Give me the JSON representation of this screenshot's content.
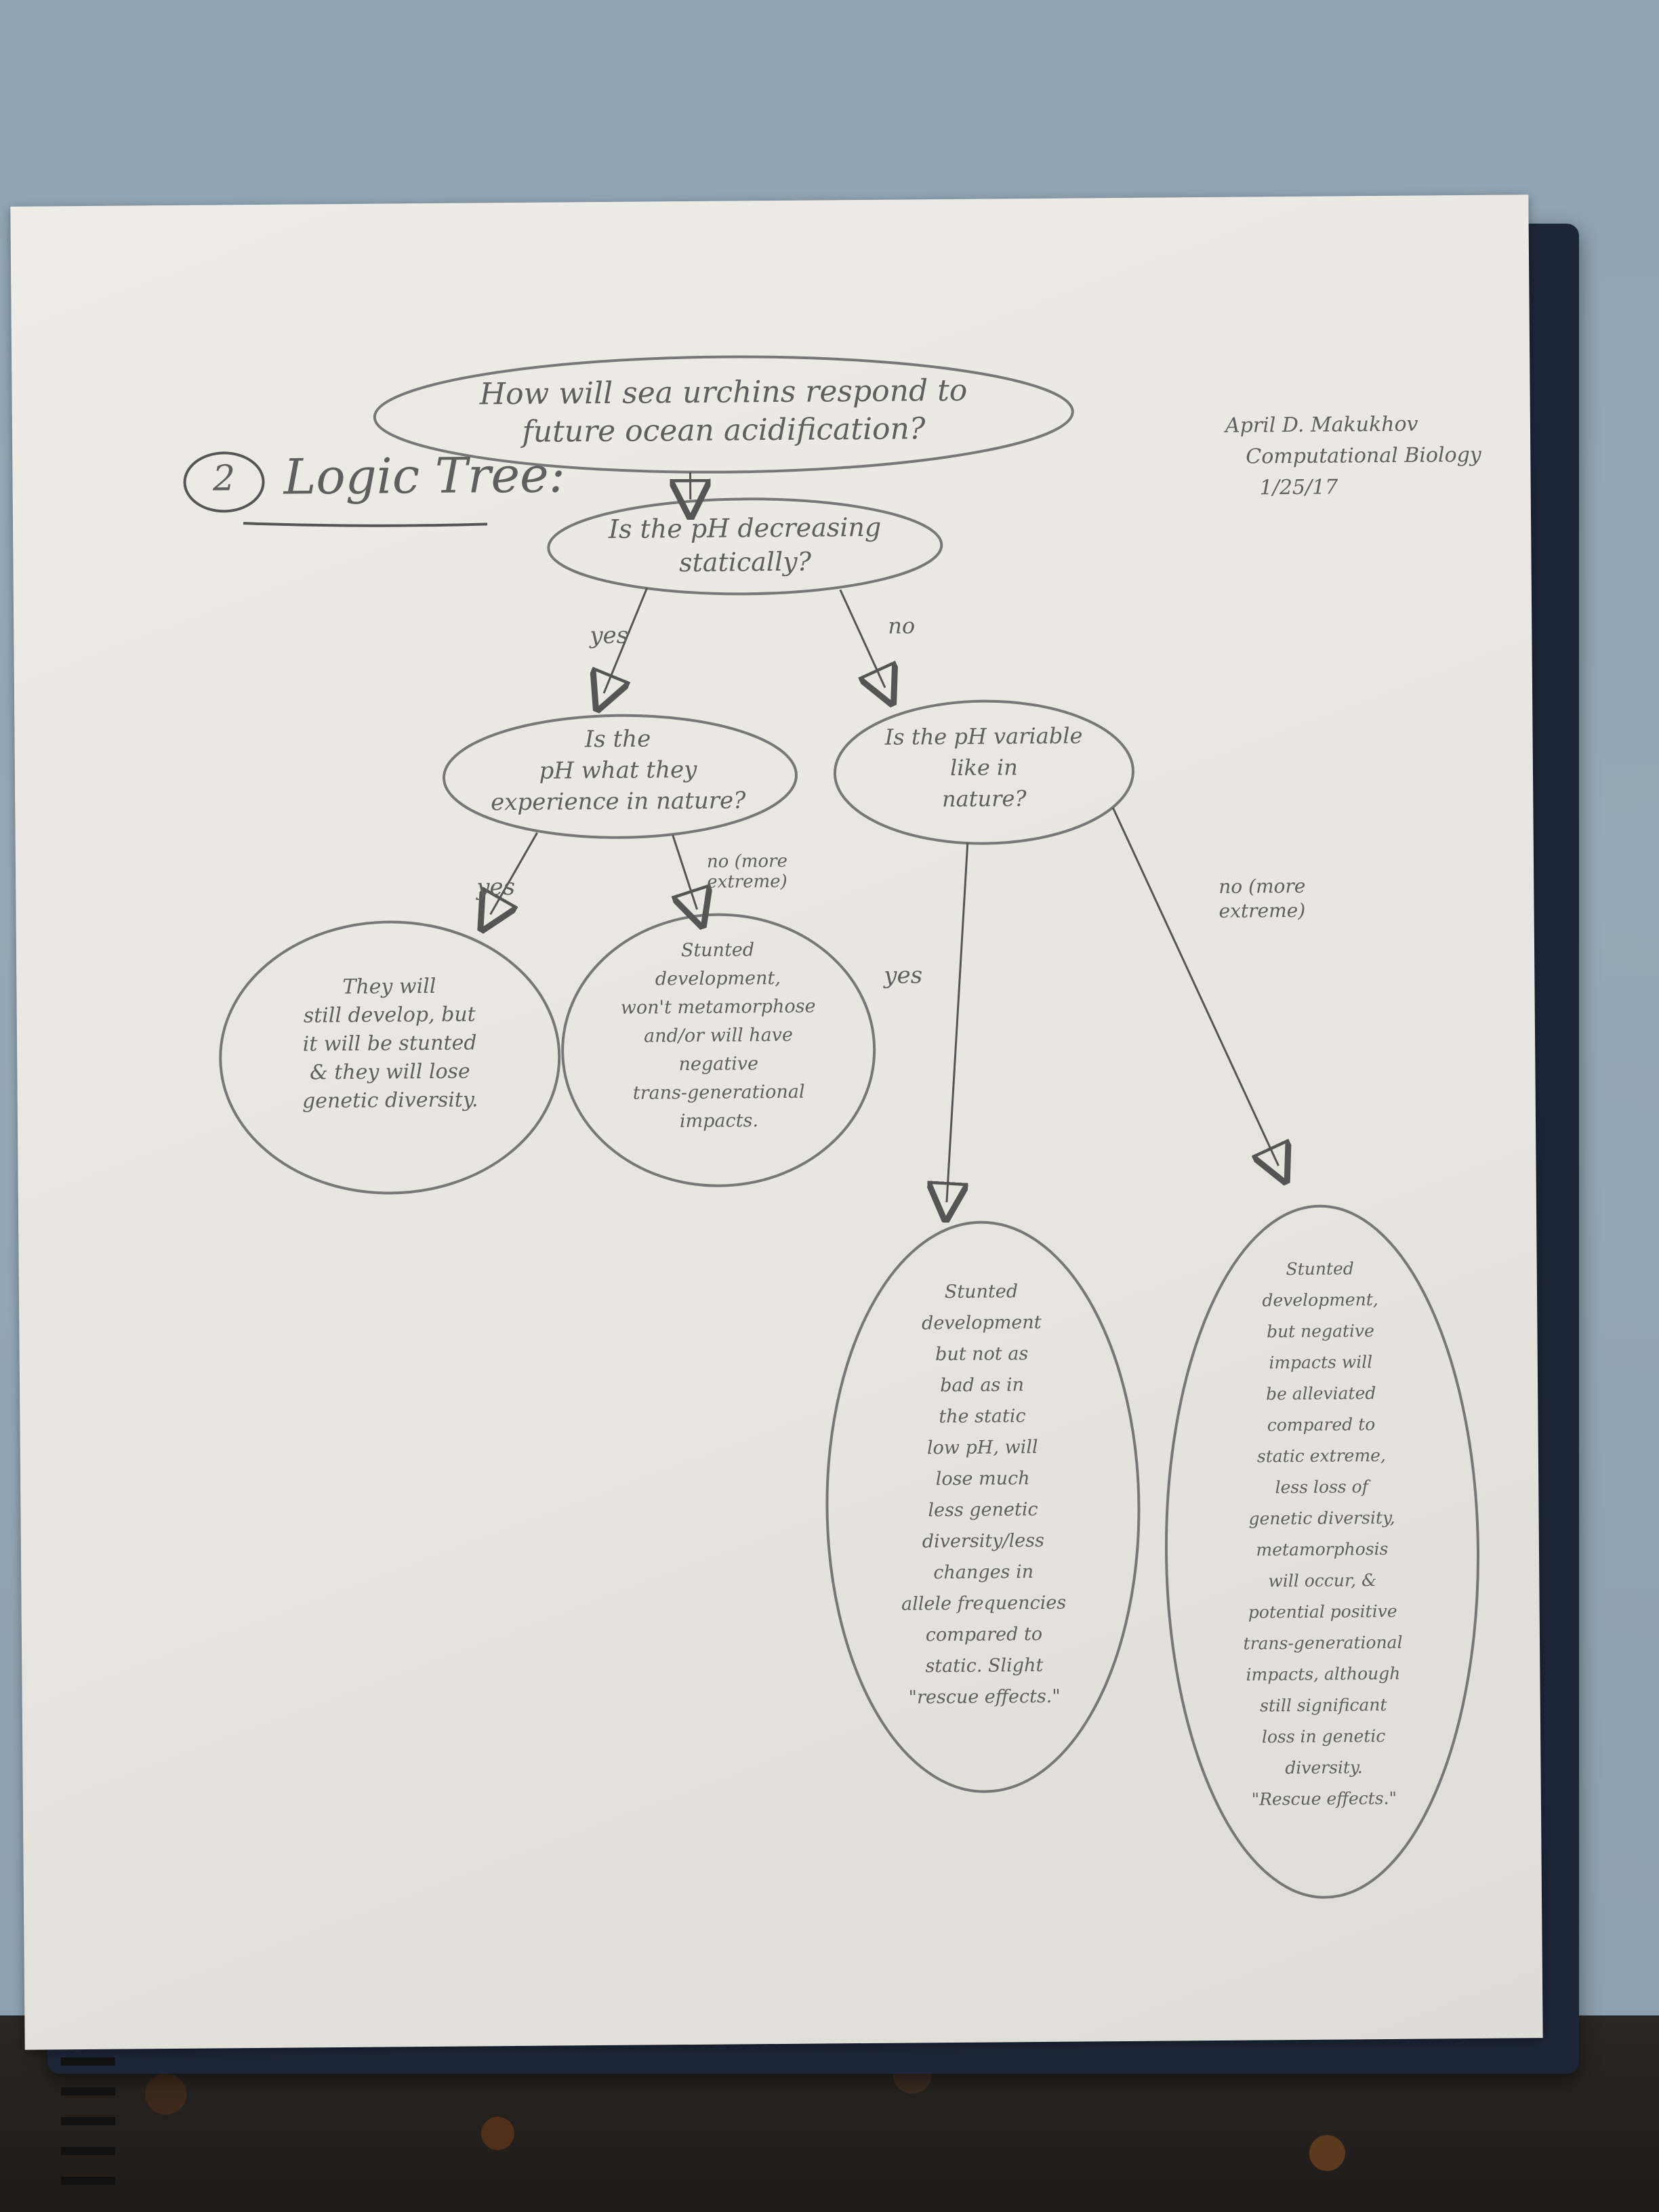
{
  "header": {
    "number": "2",
    "title": "Logic Tree:",
    "author": "April D. Makukhov",
    "course": "Computational Biology",
    "date": "1/25/17"
  },
  "nodes": {
    "root": "How will sea urchins respond to\nfuture ocean acidification?",
    "q_static": "Is the pH decreasing\nstatically?",
    "q_nature": "Is the\npH what they\nexperience in nature?",
    "q_variable": "Is the pH variable\nlike in\nnature?",
    "leaf_1": "They will\nstill develop, but\nit will be stunted\n& they will lose\ngenetic diversity.",
    "leaf_2": "Stunted\ndevelopment,\nwon't metamorphose\nand/or will have\nnegative\ntrans-generational\nimpacts.",
    "leaf_3": "Stunted\ndevelopment\nbut not as\nbad as in\nthe static\nlow pH, will\nlose much\nless genetic\ndiversity/less\nchanges in\nallele frequencies\ncompared to\nstatic. Slight\n\"rescue effects.\"",
    "leaf_4": "Stunted\ndevelopment,\nbut negative\nimpacts will\nbe alleviated\ncompared to\nstatic extreme,\nless loss of\ngenetic diversity,\nmetamorphosis\nwill occur, &\npotential positive\ntrans-generational\nimpacts, although\nstill significant\nloss in genetic\ndiversity.\n\"Rescue effects.\""
  },
  "edge_labels": {
    "static_yes": "yes",
    "static_no": "no",
    "nature_yes": "yes",
    "nature_no": "no (more\nextreme)",
    "variable_yes": "yes",
    "variable_no": "no (more\nextreme)"
  }
}
